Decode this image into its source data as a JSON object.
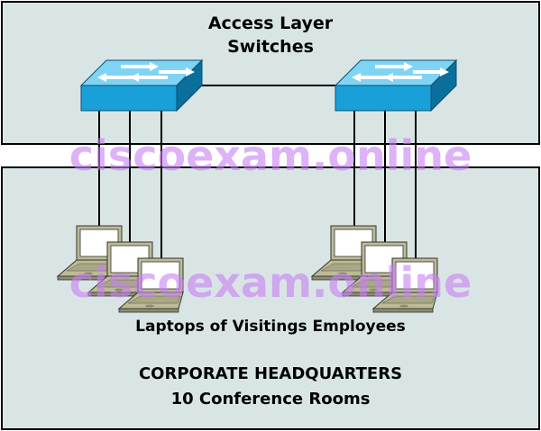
{
  "top_panel": {
    "title_line1": "Access Layer",
    "title_line2": "Switches"
  },
  "bottom_panel": {
    "laptops_label": "Laptops of Visitings Employees",
    "hq_line1": "CORPORATE HEADQUARTERS",
    "hq_line2": "10 Conference Rooms"
  },
  "watermarks": [
    "ciscoexam.online",
    "ciscoexam.online"
  ],
  "colors": {
    "panel_bg": "#d9e5e5",
    "switch_blue": "#1aa0d8",
    "laptop_body": "#bdbb96",
    "watermark": "#c77ff2"
  },
  "icons": [
    "switch-icon",
    "laptop-icon"
  ]
}
